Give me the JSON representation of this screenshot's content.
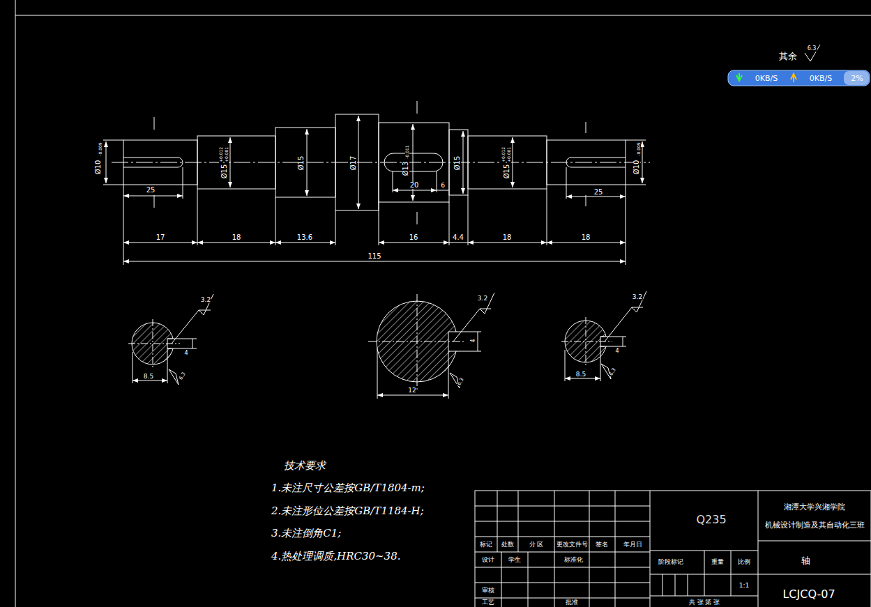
{
  "diagram": {
    "labels": [
      "其余",
      "6.3",
      "0KB/S",
      "0KB/S",
      "2%",
      "Ø10",
      "-0.009",
      "Ø15",
      "+0.012",
      "+0.001",
      "Ø15",
      "Ø17",
      "Ø13",
      "-0.011",
      "Ø15",
      "Ø15",
      "+0.012",
      "+0.001",
      "Ø10",
      "-0.009",
      "25",
      "17",
      "18",
      "13.6",
      "16",
      "4.4",
      "18",
      "18",
      "115",
      "20",
      "6",
      "25",
      "3.2",
      "4",
      "8.5",
      "6.3",
      "3.2",
      "4",
      "12",
      "6.3",
      "3.2",
      "4",
      "8.5",
      "6.3",
      "技术要求",
      "1.未注尺寸公差按GB/T1804-m;",
      "2.未注形位公差按GB/T1184-H;",
      "3.未注倒角C1;",
      "4.热处理调质,HRC30~38.",
      "Q235",
      "湘潭大学兴湘学院",
      "机械设计制造及其自动化三班",
      "轴",
      "LCJCQ-07",
      "标记",
      "处数",
      "分 区",
      "更改文件号",
      "签名",
      "年月日",
      "设计",
      "学生",
      "标准化",
      "阶段标记",
      "重量",
      "比例",
      "1:1",
      "审核",
      "工艺",
      "批准",
      "共 张 第 张"
    ]
  }
}
